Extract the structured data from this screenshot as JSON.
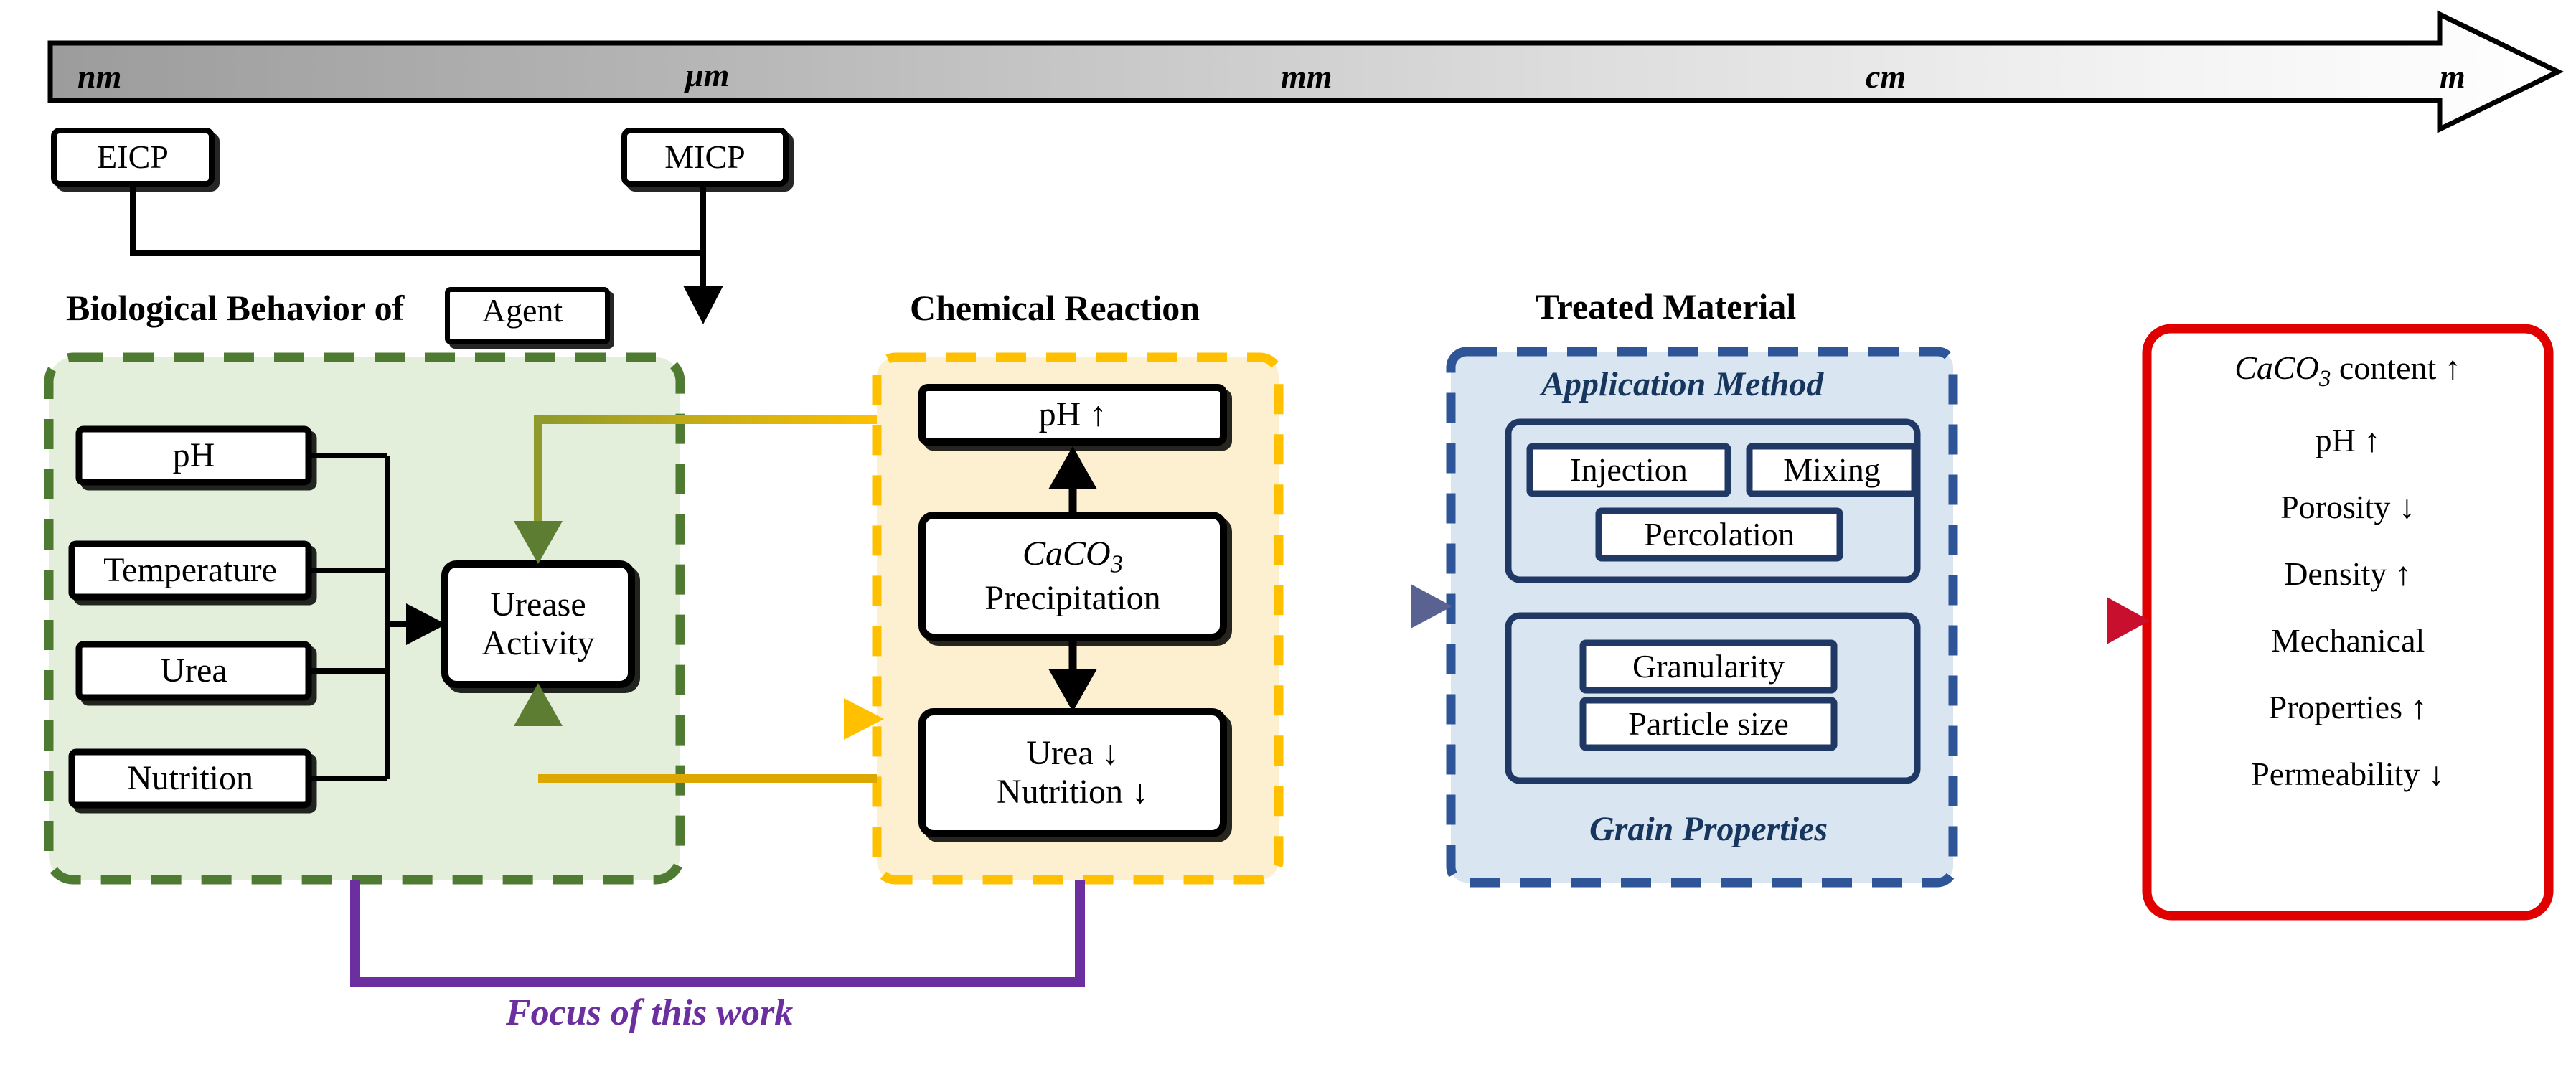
{
  "scale_bar": {
    "name": "length-scale-arrow",
    "labels": [
      "nm",
      "μm",
      "mm",
      "cm",
      "m"
    ],
    "gradient_from": "#9E9E9E",
    "gradient_to": "#FFFFFF"
  },
  "agents": {
    "eicp": "EICP",
    "micp": "MICP",
    "agent": "Agent"
  },
  "sections": {
    "biological": {
      "title_prefix": "Biological Behavior of ",
      "title_box": "Agent",
      "border_color": "#4E7B31",
      "fill_color": "#E3EFDA",
      "factors": [
        "pH",
        "Temperature",
        "Urea",
        "Nutrition"
      ],
      "core": "Urease\nActivity",
      "core_line1": "Urease",
      "core_line2": "Activity"
    },
    "chemical": {
      "title": "Chemical Reaction",
      "border_color": "#FFC000",
      "fill_color": "#FDF0D0",
      "boxes": {
        "ph_up": "pH ↑",
        "caco3_line1_pre": "CaCO",
        "caco3_line1_sub": "3",
        "caco3_line2": "Precipitation",
        "urea_down": "Urea ↓",
        "nutrition_down": "Nutrition ↓"
      }
    },
    "treated": {
      "title": "Treated Material",
      "border_color": "#2E5597",
      "fill_color": "#DAE5F2",
      "inner_border": "#1F3864",
      "application_label": "Application Method",
      "application_items": [
        "Injection",
        "Mixing",
        "Percolation"
      ],
      "grain_label": "Grain Properties",
      "grain_items": [
        "Granularity",
        "Particle size"
      ]
    },
    "outcome": {
      "border_color": "#E00000",
      "lines": [
        {
          "pre": "CaCO",
          "sub": "3",
          "post": " content ↑",
          "italic_pre": true
        },
        {
          "pre": "",
          "sub": "",
          "post": "pH ↑",
          "italic_pre": false
        },
        {
          "pre": "",
          "sub": "",
          "post": "Porosity ↓",
          "italic_pre": false
        },
        {
          "pre": "",
          "sub": "",
          "post": "Density ↑",
          "italic_pre": false
        },
        {
          "pre": "",
          "sub": "",
          "post": "Mechanical",
          "italic_pre": false
        },
        {
          "pre": "",
          "sub": "",
          "post": "Properties ↑",
          "italic_pre": false
        },
        {
          "pre": "",
          "sub": "",
          "post": "Permeability ↓",
          "italic_pre": false
        }
      ]
    }
  },
  "focus": {
    "label": "Focus of this work",
    "color": "#6B2FA0"
  },
  "connector_colors": {
    "feedback_olive": "#A8A32B",
    "feedback_yellow": "#FFC000",
    "feedback_green": "#4E7B31",
    "chem_to_material_from": "#FFC000",
    "chem_to_material_to": "#5A6291",
    "material_to_outcome_from": "#2E5597",
    "material_to_outcome_to": "#C8102E",
    "black": "#000000"
  }
}
